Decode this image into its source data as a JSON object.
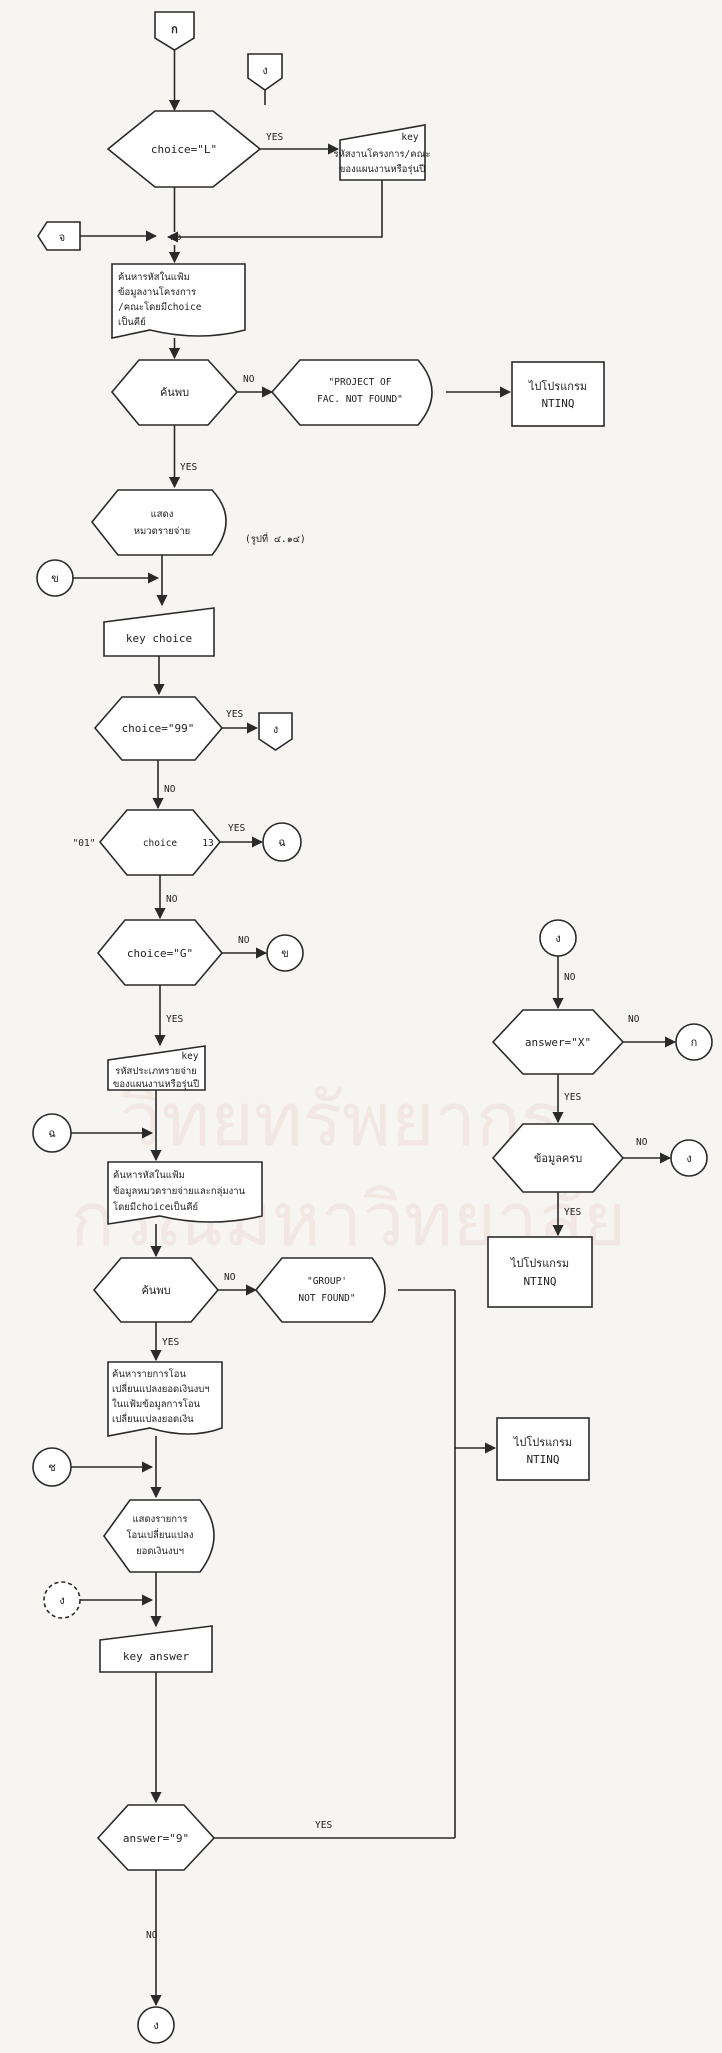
{
  "watermark": {
    "line1": "วิทยทรัพยากร",
    "line2": "กรณ์มหาวิทยาลัย"
  },
  "nodes": {
    "start": "ก",
    "conn_ng_top": "ง",
    "cond_choice_L": "choice=\"L\"",
    "key_proj_l1": "key",
    "key_proj_l2": "รหัสงานโครงการ/คณะ",
    "key_proj_l3": "ของแผนงานหรือรุ่นปี",
    "conn_cho": "จ",
    "junction_label": "no",
    "search_l1": "ค้นหารหัสในแฟ้ม",
    "search_l2": "ข้อมูลงานโครงการ",
    "search_l3": "/คณะโดยมีchoice",
    "search_l4": "เป็นคีย์",
    "cond_found1": "ค้นพบ",
    "msg_project_l1": "\"PROJECT OF",
    "msg_project_l2": "FAC. NOT FOUND\"",
    "goto_ntinq1_l1": "ไปโปรแกรม",
    "goto_ntinq1_l2": "NTINQ",
    "display_l1": "แสดง",
    "display_l2": "หมวดรายจ่าย",
    "display_note": "(รูปที่ ๔.๑๔)",
    "conn_kho": "ข",
    "key_choice": "key choice",
    "cond_choice_99": "choice=\"99\"",
    "conn_ng_off": "ง",
    "cond_range_l1": "\"01\"",
    "cond_range_l2": "choice",
    "cond_range_l3": "13",
    "conn_ch": "ฉ",
    "cond_choice_G": "choice=\"G\"",
    "conn_kho2": "ข",
    "key_group_l1": "key",
    "key_group_l2": "รหัสประเภทรายจ่าย",
    "key_group_l3": "ของแผนงานหรือรุ่นปี",
    "conn_ch2": "ฉ",
    "search2_l1": "ค้นหารหัสในแฟ้ม",
    "search2_l2": "ข้อมูลหมวดรายจ่ายและกลุ่มงาน",
    "search2_l3": "โดยมีchoiceเป็นคีย์",
    "cond_found2": "ค้นพบ",
    "msg_group_l1": "\"GROUP'",
    "msg_group_l2": "NOT FOUND\"",
    "goto_ntinq2_l1": "ไปโปรแกรม",
    "goto_ntinq2_l2": "NTINQ",
    "search3_l1": "ค้นหารายการโอน",
    "search3_l2": "เปลี่ยนแปลงยอดเงินงบฯ",
    "search3_l3": "ในแฟ้มข้อมูลการโอน",
    "search3_l4": "เปลี่ยนแปลงยอดเงิน",
    "conn_ch3": "ช",
    "display2_l1": "แสดงรายการ",
    "display2_l2": "โอนเปลี่ยนแปลง",
    "display2_l3": "ยอดเงินงบฯ",
    "conn_ng3": "ง",
    "key_answer": "key answer",
    "cond_answer_9": "answer=\"9\"",
    "conn_end": "ง",
    "conn_right_top": "ง",
    "cond_answer_X": "answer=\"X\"",
    "conn_r1": "ก",
    "cond_complete": "ข้อมูลครบ",
    "conn_r2": "ง",
    "goto_ntinq3_l1": "ไปโปรแกรม",
    "goto_ntinq3_l2": "NTINQ"
  },
  "edges": {
    "yes": "YES",
    "no": "NO"
  }
}
